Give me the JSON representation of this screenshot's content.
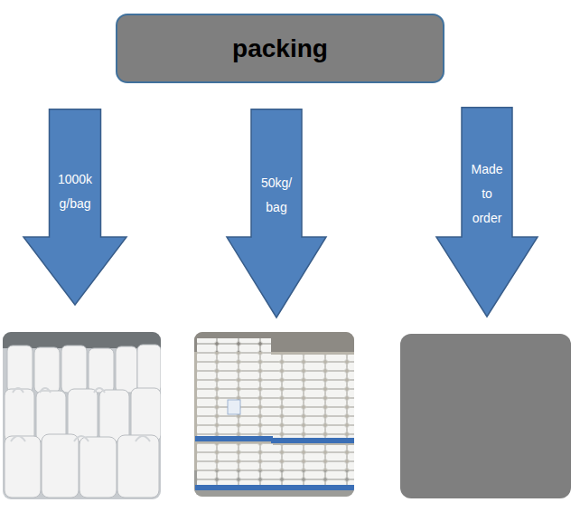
{
  "diagram": {
    "nodes": [
      {
        "text": [
          "packing"
        ]
      },
      {
        "text": [
          "1000k g/bag"
        ]
      },
      {
        "text": [
          "50kg/ bag"
        ]
      },
      {
        "text": [
          "Made to order"
        ]
      }
    ]
  }
}
